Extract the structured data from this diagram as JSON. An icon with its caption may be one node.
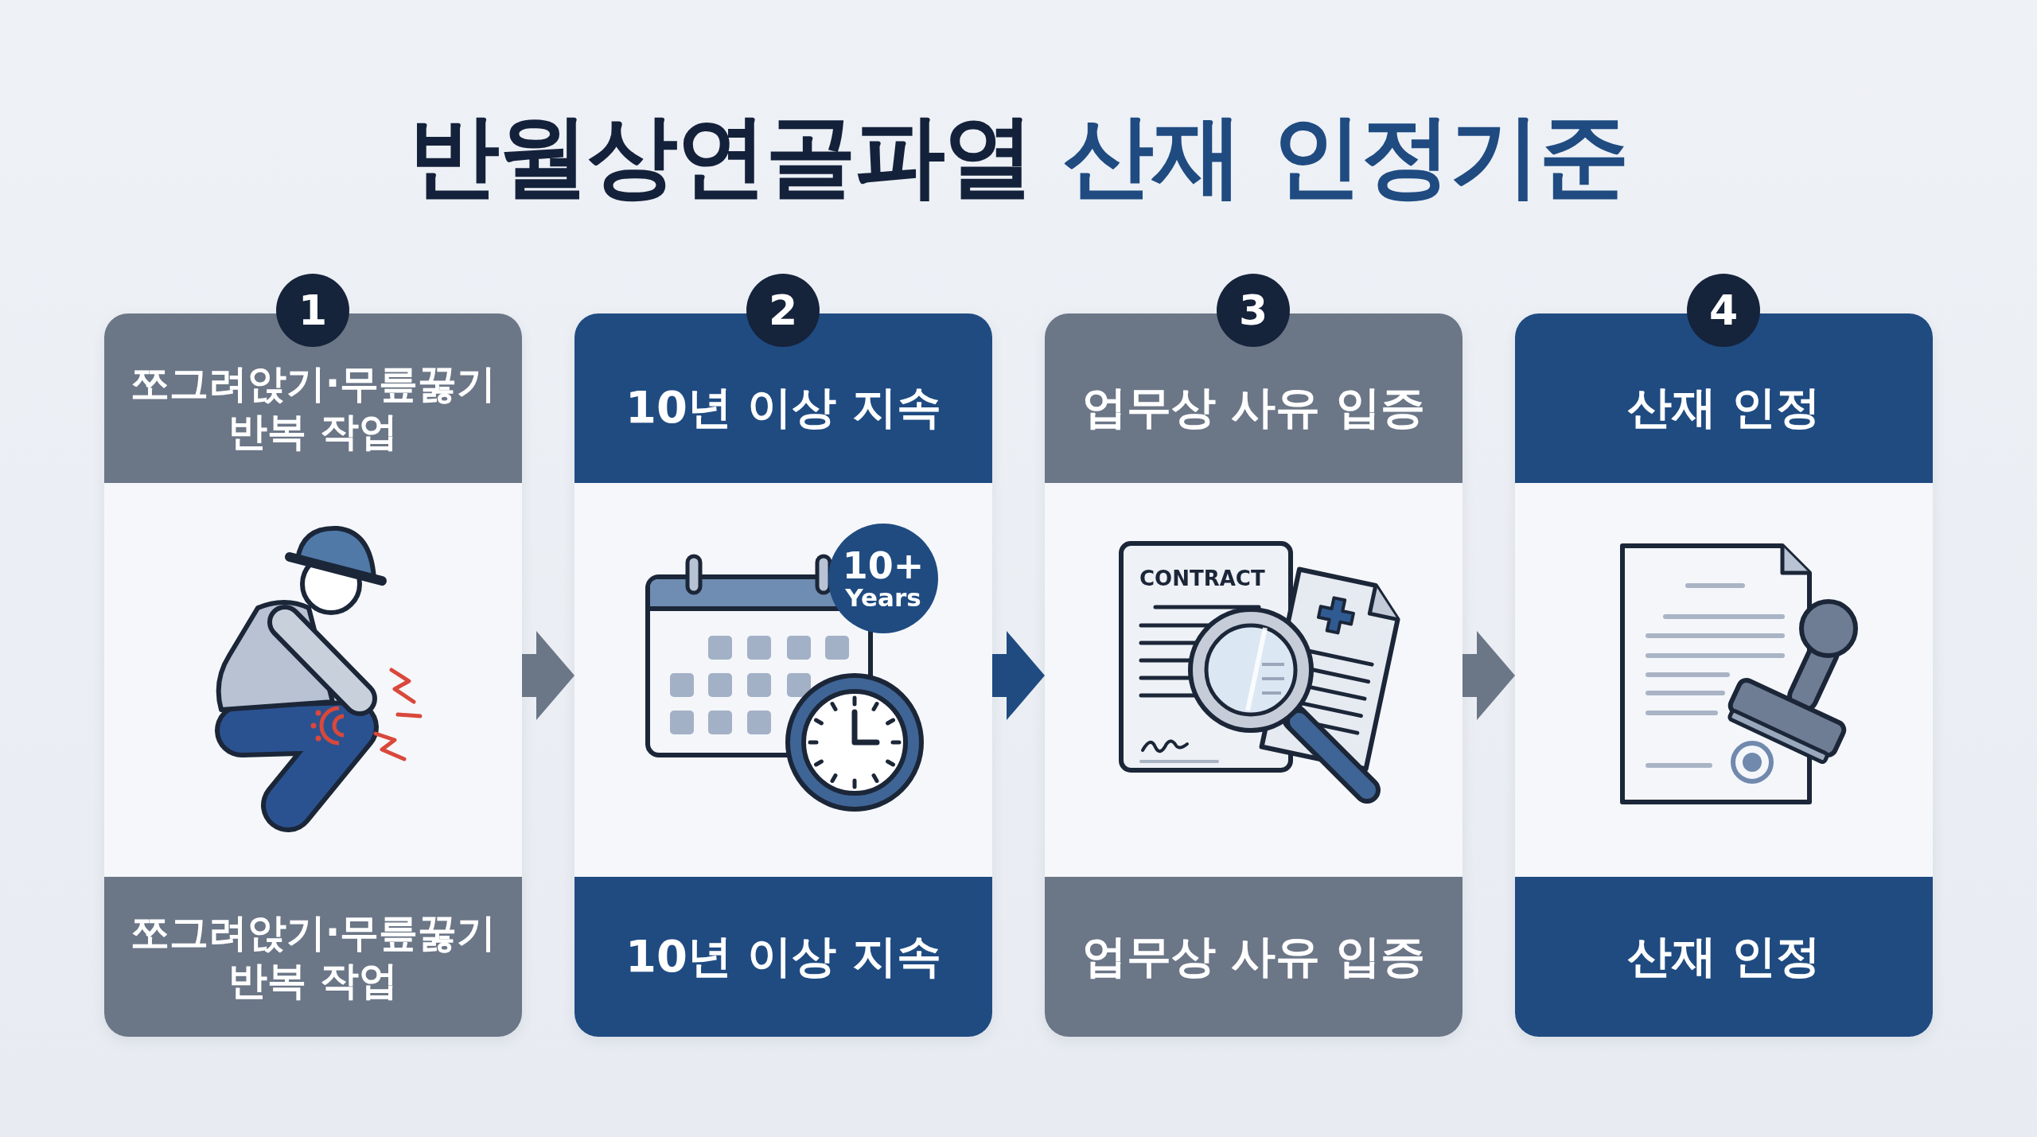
{
  "diagram": {
    "title": "반월상연골파열 산재 인정기준",
    "nodes": [
      {
        "text": [
          "1"
        ]
      },
      {
        "text": [
          "쪼그려앉기·무릎꿇기 반복 작업",
          "쪼그려앉기·무릎꿇기 반복 작업"
        ]
      },
      {
        "text": [
          "2"
        ]
      },
      {
        "text": [
          "10년 이상 지속",
          "10년 이상 지속"
        ]
      },
      {
        "text": [
          "10+ Years"
        ],
        "in": 3
      },
      {
        "text": [
          "3"
        ]
      },
      {
        "text": [
          "업무상 사유 입증",
          "업무상 사유 입증"
        ]
      },
      {
        "text": [
          "4"
        ]
      },
      {
        "text": [
          "산재 인정",
          "산재 인정"
        ]
      }
    ],
    "edges": [
      {
        "from": 1,
        "to": 3,
        "arrow": "to"
      },
      {
        "from": 3,
        "to": 6,
        "arrow": "to",
        "color": "#1f4b81"
      },
      {
        "from": 6,
        "to": 8,
        "arrow": "to"
      }
    ],
    "labels": [
      "CONTRACT"
    ]
  }
}
